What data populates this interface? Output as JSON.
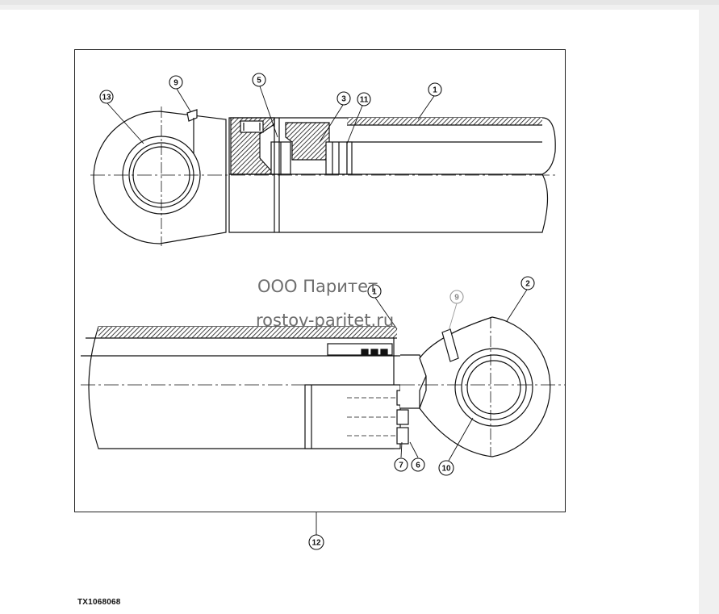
{
  "figure_code": "TX1068068",
  "watermark": {
    "company": "ООО Паритет",
    "url": "rostov-paritet.ru"
  },
  "callouts": {
    "c1_top": "1",
    "c1_mid": "1",
    "c2": "2",
    "c3": "3",
    "c5": "5",
    "c6": "6",
    "c7": "7",
    "c9_top": "9",
    "c9_mid": "9",
    "c10": "10",
    "c11": "11",
    "c12": "12",
    "c13": "13"
  }
}
